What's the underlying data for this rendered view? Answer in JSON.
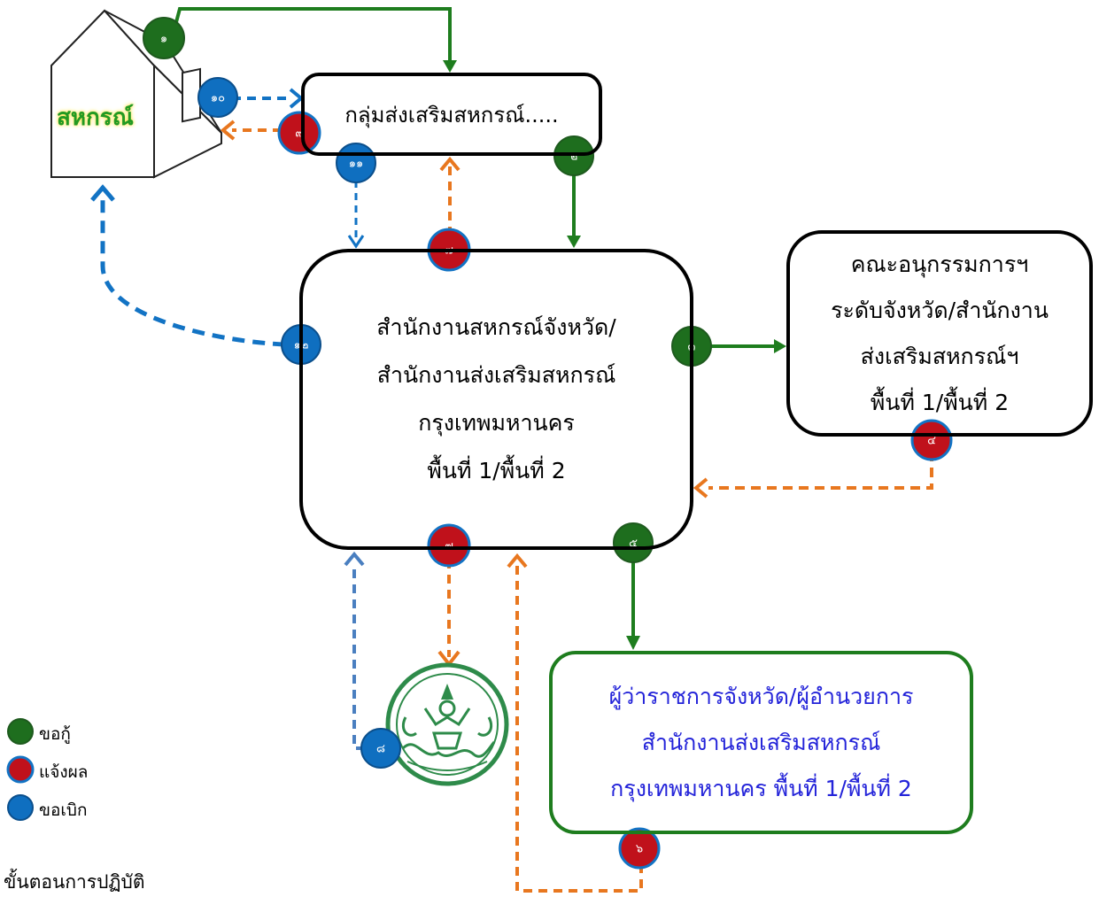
{
  "house": {
    "label": "สหกรณ์"
  },
  "boxes": {
    "group": {
      "lines": [
        "กลุ่มส่งเสริมสหกรณ์....."
      ]
    },
    "office": {
      "lines": [
        "สำนักงานสหกรณ์จังหวัด/",
        "สำนักงานส่งเสริมสหกรณ์",
        "กรุงเทพมหานคร",
        "พื้นที่ 1/พื้นที่ 2"
      ]
    },
    "committee": {
      "lines": [
        "คณะอนุกรรมการฯ",
        "ระดับจังหวัด/สำนักงาน",
        "ส่งเสริมสหกรณ์ฯ",
        "พื้นที่ 1/พื้นที่ 2"
      ]
    },
    "governor": {
      "lines": [
        "ผู้ว่าราชการจังหวัด/ผู้อำนวยการ",
        "สำนักงานส่งเสริมสหกรณ์",
        "กรุงเทพมหานคร พื้นที่ 1/พื้นที่ 2"
      ]
    }
  },
  "badges": {
    "b1": "๑",
    "b2": "๒",
    "b3": "๓",
    "b4": "๔",
    "b5": "๕",
    "b6": "๖",
    "b7a": "๗",
    "b7b": "๗",
    "b8": "๘",
    "b9": "๙",
    "b10": "๑๐",
    "b11": "๑๑",
    "b12": "๑๒"
  },
  "legend": {
    "items": [
      {
        "label": "ขอกู้",
        "color": "#1e6e1e"
      },
      {
        "label": "แจ้งผล",
        "color": "#c0111b"
      },
      {
        "label": "ขอเบิก",
        "color": "#0f6fc0"
      }
    ]
  },
  "footer": {
    "text": "ขั้นตอนการปฏิบัติ"
  },
  "colors": {
    "green": "#1e7d1e",
    "red": "#c0111b",
    "blue": "#1273c4",
    "orange": "#e8771f",
    "blueDash": "#4a7fc0",
    "seal": "#2e8b4a"
  }
}
